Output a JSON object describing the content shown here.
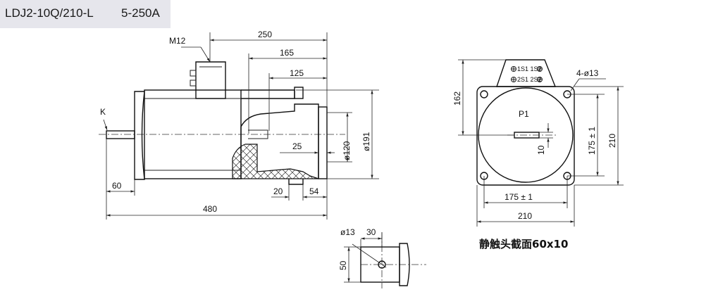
{
  "header": {
    "model": "LDJ2-10Q/210-L",
    "current": "5-250A"
  },
  "side_view": {
    "thread_label": "M12",
    "end_label": "K",
    "dims": {
      "d250": "250",
      "d165": "165",
      "d125": "125",
      "d25": "25",
      "d120": "ø120",
      "d191": "ø191",
      "d60": "60",
      "d20": "20",
      "d54": "54",
      "d480": "480"
    }
  },
  "front_view": {
    "terminal_1": "1S1 1S2",
    "terminal_2": "2S1 2S2",
    "holes": "4-ø13",
    "p1": "P1",
    "dims": {
      "d162": "162",
      "d175v": "175 ± 1",
      "d210v": "210",
      "d10": "10",
      "d175h": "175 ± 1",
      "d210h": "210"
    }
  },
  "detail": {
    "dims": {
      "d13": "ø13",
      "d30": "30",
      "d50": "50"
    }
  },
  "caption": "静触头截面60x10"
}
